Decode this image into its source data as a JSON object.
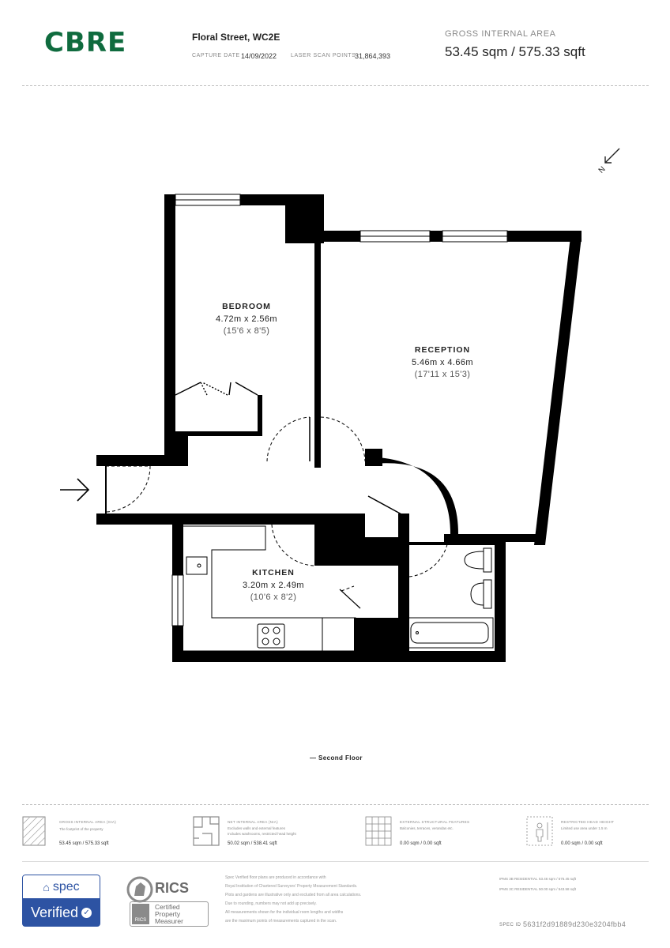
{
  "header": {
    "logo": "CBRE",
    "address": "Floral Street, WC2E",
    "capture_date_label": "CAPTURE DATE",
    "capture_date": "14/09/2022",
    "scan_points_label": "LASER SCAN POINTS",
    "scan_points": "31,864,393",
    "gia_label": "GROSS INTERNAL AREA",
    "gia_value": "53.45 sqm / 575.33 sqft"
  },
  "rooms": [
    {
      "name": "BEDROOM",
      "dims": "4.72m x 2.56m",
      "imperial": "(15'6 x 8'5)"
    },
    {
      "name": "RECEPTION",
      "dims": "5.46m x 4.66m",
      "imperial": "(17'11 x 15'3)"
    },
    {
      "name": "KITCHEN",
      "dims": "3.20m x 2.49m",
      "imperial": "(10'6 x 8'2)"
    }
  ],
  "compass": "N",
  "floor_label": "— Second Floor",
  "legend": [
    {
      "title": "GROSS INTERNAL AREA (GIA)",
      "subtitle": "The footprint of the property",
      "value": "53.45 sqm / 575.33 sqft",
      "icon": "gia-hatch-icon"
    },
    {
      "title": "NET INTERNAL AREA (NIA)",
      "subtitle": "Excludes walls and external features",
      "subtitle2": "Includes washrooms, restricted head height",
      "value": "50.02 sqm / 538.41 sqft",
      "icon": "nia-plan-icon"
    },
    {
      "title": "EXTERNAL STRUCTURAL FEATURES",
      "subtitle": "Balconies, terraces, verandas etc.",
      "value": "0.00 sqm / 0.00 sqft",
      "icon": "grid-icon"
    },
    {
      "title": "RESTRICTED HEAD HEIGHT",
      "subtitle": "Limited use area under 1.5 m",
      "value": "0.00 sqm / 0.00 sqft",
      "icon": "person-icon"
    }
  ],
  "footer": {
    "spec_top": "spec",
    "spec_bottom": "Verified",
    "rics_title": "RICS",
    "rics_lines": [
      "Certified",
      "Property",
      "Measurer"
    ],
    "disclaimer": [
      "Spec Verified floor plans are produced in accordance with",
      "Royal Institution of Chartered Surveyors' Property Measurement Standards.",
      "Plots and gardens are illustrative only and excluded from all area calculations.",
      "Due to rounding, numbers may not add up precisely.",
      "All measurements shown for the individual room lengths and widths",
      "are the maximum points of measurements captured in the scan."
    ],
    "ipms3b_label": "IPMS 3B RESIDENTIAL",
    "ipms3b_value": "53.46 sqm / 575.45 sqft",
    "ipms3c_label": "IPMS 3C RESIDENTIAL",
    "ipms3c_value": "50.00 sqm / 543.58 sqft",
    "spec_id_label": "SPEC ID",
    "spec_id": "5631f2d91889d230e3204fbb4"
  },
  "colors": {
    "brand": "#0f6b3e",
    "wall": "#000000",
    "spec_blue": "#2d53a3"
  }
}
